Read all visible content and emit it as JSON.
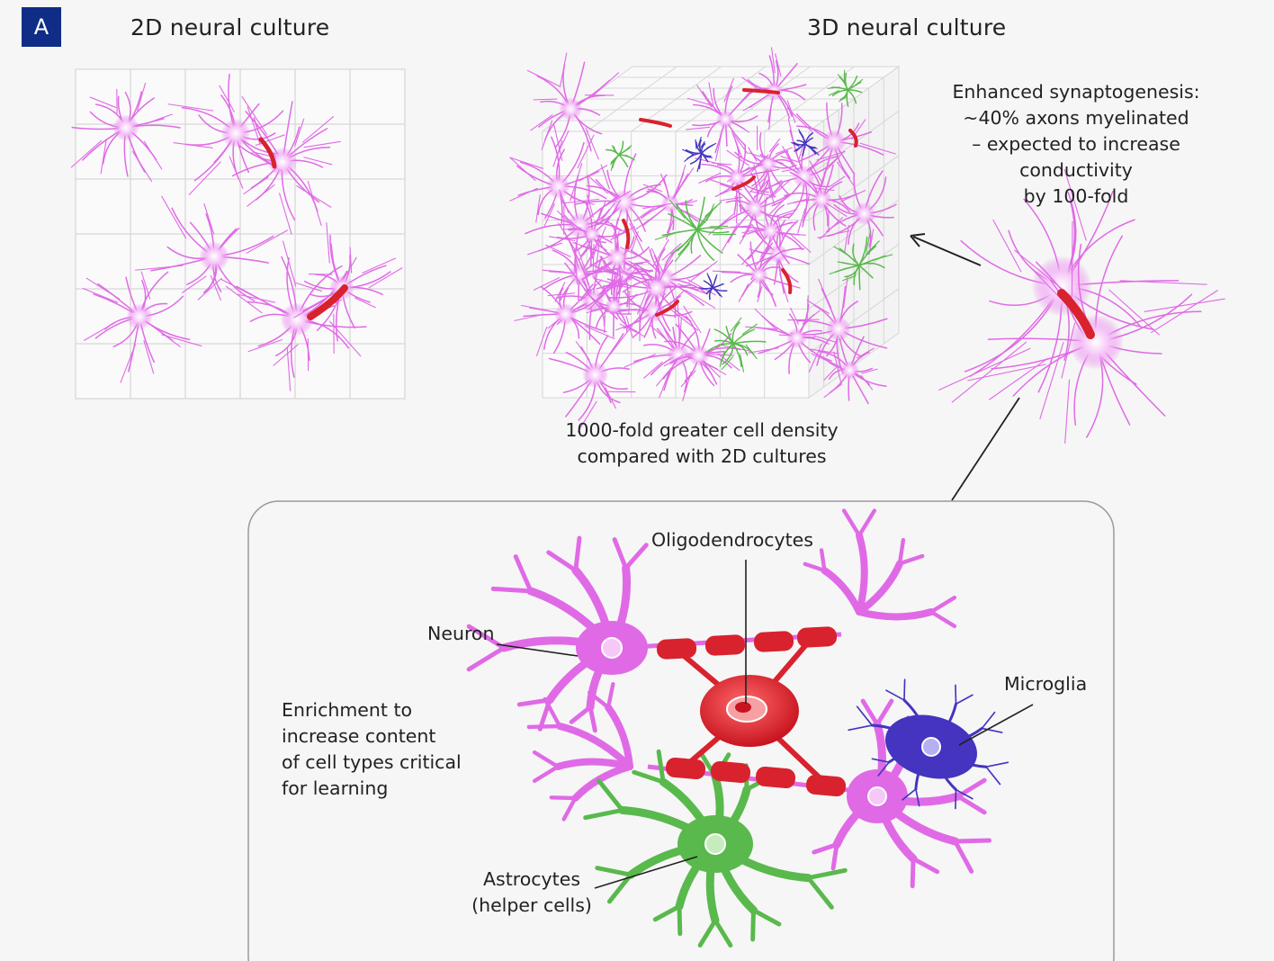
{
  "panel_label": "A",
  "titles": {
    "culture_2d": "2D neural culture",
    "culture_3d": "3D neural culture"
  },
  "annotations": {
    "density": [
      "1000-fold greater cell density",
      "compared with 2D cultures"
    ],
    "synaptogenesis": [
      "Enhanced synaptogenesis:",
      "~40% axons myelinated",
      "– expected to increase",
      "conductivity",
      "by 100-fold"
    ],
    "enrichment": [
      "Enrichment to",
      "increase content",
      "of cell types critical",
      "for learning"
    ]
  },
  "cell_labels": {
    "oligodendrocytes": "Oligodendrocytes",
    "neuron": "Neuron",
    "microglia": "Microglia",
    "astrocytes": [
      "Astrocytes",
      "(helper cells)"
    ]
  },
  "colors": {
    "neuron": "#e06ae6",
    "oligodendrocyte": "#d8222e",
    "astrocyte": "#59b94c",
    "microglia": "#4434c0",
    "badge": "#0f2c86",
    "grid": "#d6d6d6"
  }
}
